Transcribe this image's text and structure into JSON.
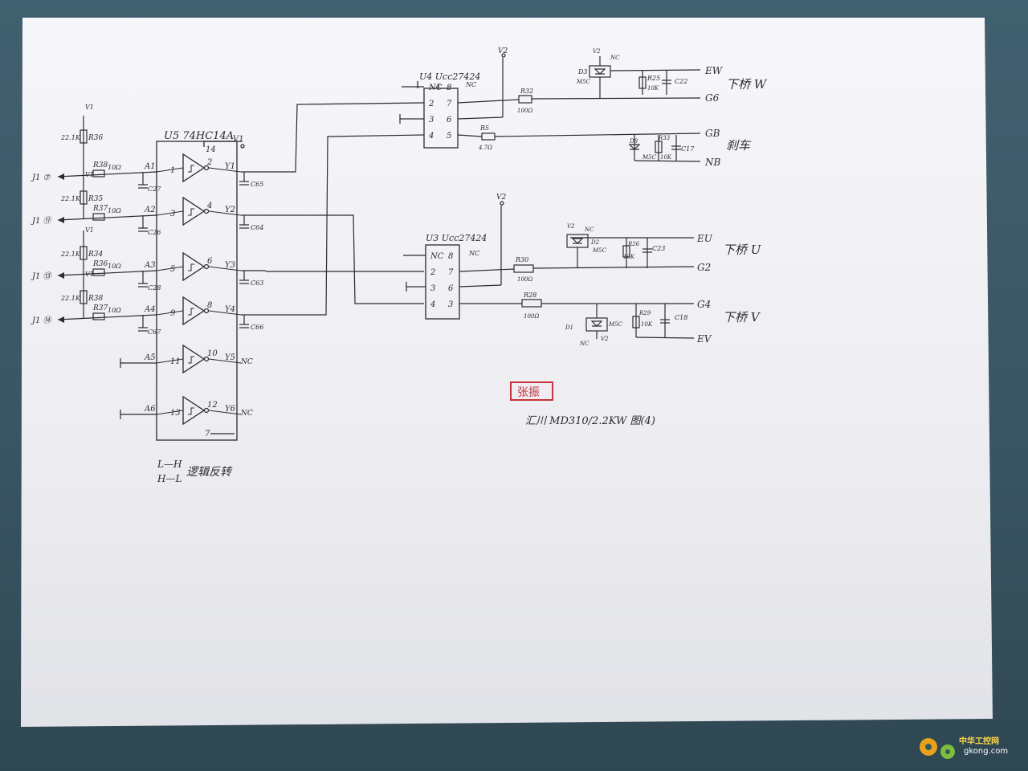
{
  "chips": {
    "u5": {
      "label": "U5  74HC14A",
      "pin14": "14",
      "pin7": "7",
      "vcc": "V1"
    },
    "u4": {
      "label": "U4  Ucc27424"
    },
    "u3": {
      "label": "U3  Ucc27424"
    }
  },
  "u5_rows": [
    {
      "j": "J1 ⑦",
      "r_pull": "R36",
      "pull_val": "22.1K",
      "r_ser": "R38",
      "ser_val": "10Ω",
      "cap_in": "C27",
      "in_name": "A1",
      "in_pin": "1",
      "out_pin": "2",
      "out_name": "Y1",
      "cap_out": "C65"
    },
    {
      "j": "J1 ⑪",
      "r_pull": "R35",
      "pull_val": "22.1K",
      "r_ser": "R37",
      "ser_val": "10Ω",
      "cap_in": "C26",
      "in_name": "A2",
      "in_pin": "3",
      "out_pin": "4",
      "out_name": "Y2",
      "cap_out": "C64"
    },
    {
      "j": "J1 ⑬",
      "r_pull": "R34",
      "pull_val": "22.1K",
      "r_ser": "R36",
      "ser_val": "10Ω",
      "cap_in": "C28",
      "in_name": "A3",
      "in_pin": "5",
      "out_pin": "6",
      "out_name": "Y3",
      "cap_out": "C63"
    },
    {
      "j": "J1 ⑭",
      "r_pull": "R38",
      "pull_val": "22.1K",
      "r_ser": "R37",
      "ser_val": "10Ω",
      "cap_in": "C67",
      "in_name": "A4",
      "in_pin": "9",
      "out_pin": "8",
      "out_name": "Y4",
      "cap_out": "C66"
    },
    {
      "in_name": "A5",
      "in_pin": "11",
      "out_pin": "10",
      "out_name": "Y5",
      "nc": "NC"
    },
    {
      "in_name": "A6",
      "in_pin": "13",
      "out_pin": "12",
      "out_name": "Y6",
      "nc": "NC"
    }
  ],
  "u4": {
    "pins_left": [
      "NC",
      "2",
      "3",
      "4"
    ],
    "pins_right": [
      "8",
      "7",
      "6",
      "5"
    ],
    "nc_right": "NC",
    "v2": "V2",
    "r_top": {
      "name": "R32",
      "val": "100Ω"
    },
    "r_bot": {
      "name": "R5",
      "val": "4.7Ω"
    },
    "diode": {
      "name": "D3",
      "type": "M5C",
      "nc": "NC",
      "v2": "V2"
    },
    "res": {
      "name": "R25",
      "val": "10K"
    },
    "cap": "C22",
    "net_top": "EW",
    "net_mid": "G6",
    "d2": {
      "name": "D8",
      "type": "M5C"
    },
    "res2": {
      "name": "R33",
      "val": "10K"
    },
    "cap2": "C17",
    "net_gb": "GB",
    "net_nb": "NB",
    "label_w": "下桥 W",
    "label_brake": "刹车"
  },
  "u3": {
    "pins_left": [
      "NC",
      "2",
      "3",
      "4"
    ],
    "pins_right": [
      "8",
      "7",
      "6",
      "3"
    ],
    "nc_right": "NC",
    "v2": "V2",
    "r_top": {
      "name": "R30",
      "val": "100Ω"
    },
    "r_bot": {
      "name": "R28",
      "val": "100Ω"
    },
    "diode_u": {
      "name": "D2",
      "type": "M5C",
      "v2": "V2",
      "nc": "NC"
    },
    "res_u": {
      "name": "R26",
      "val": "10K"
    },
    "cap_u": "C23",
    "net_eu": "EU",
    "net_g2": "G2",
    "label_u": "下桥 U",
    "diode_v": {
      "name": "D1",
      "type": "M5C",
      "v2": "V2",
      "nc": "NC"
    },
    "res_v": {
      "name": "R29",
      "val": "10K"
    },
    "cap_v": "C18",
    "net_g4": "G4",
    "net_ev": "EV",
    "label_v": "下桥 V"
  },
  "vcc_label": "V1",
  "logic_note": [
    "L—H",
    "H—L"
  ],
  "logic_text": "逻辑反转",
  "caption": "汇川 MD310/2.2KW 图(4)",
  "stamp": "张振",
  "watermark": {
    "title": "中华工控网",
    "site": "gkong.com"
  },
  "colors": {
    "ink": "#2a2a30",
    "paper": "#f4f4f6",
    "stamp": "#c8323a",
    "background": "#3c5a68"
  }
}
